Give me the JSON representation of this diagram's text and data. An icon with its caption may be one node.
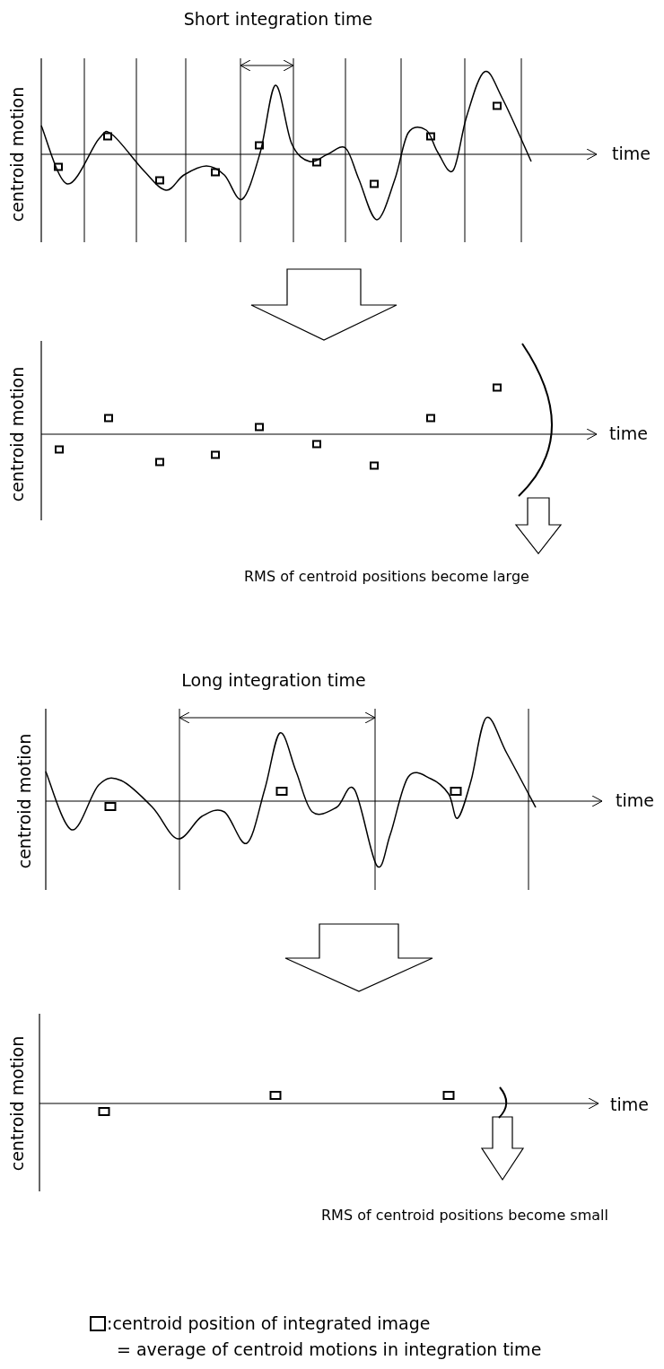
{
  "diagram": {
    "labels": [
      "Short integration time",
      "centroid motion",
      "time",
      "centroid motion",
      "time",
      "RMS of centroid positions become large",
      "Long integration time",
      "centroid motion",
      "time",
      "centroid motion",
      "time",
      "RMS of centroid positions become small",
      "= average of centroid motions in integration time"
    ],
    "legend": [
      {
        "text": ":centroid position of integrated image"
      }
    ]
  }
}
